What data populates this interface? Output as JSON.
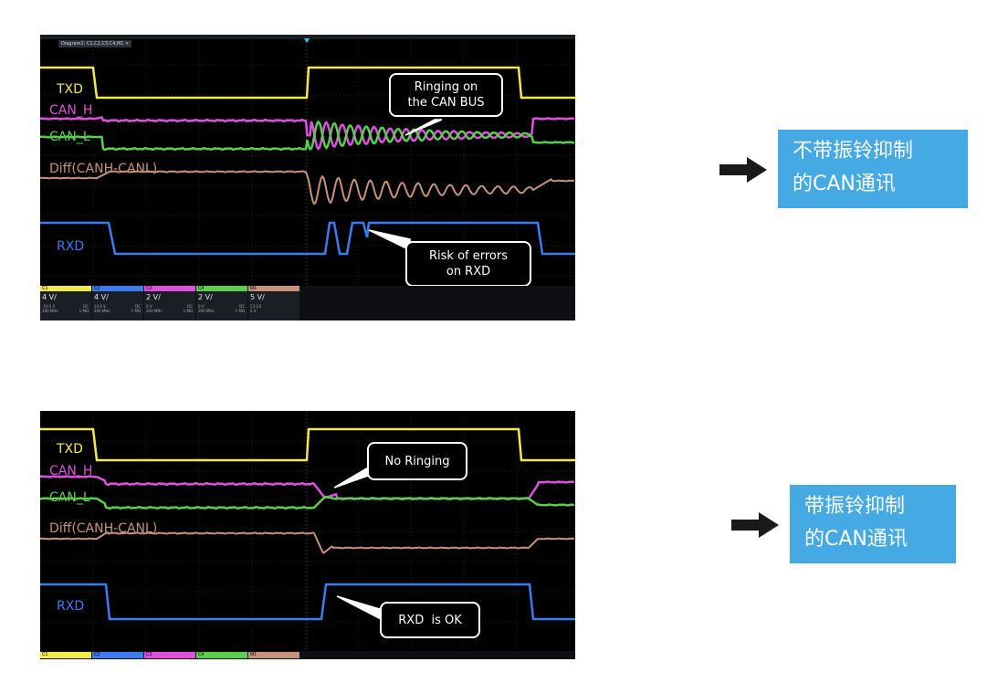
{
  "colors": {
    "txd": "#f2ea4a",
    "can_h": "#e04fe0",
    "can_l": "#58d04a",
    "diff": "#c7927a",
    "rxd": "#3b7df0",
    "note_bg": "#45aae4",
    "scope_bg": "#000000"
  },
  "top_scope": {
    "diagram_tab": "Diagram1: C1,C2,C3,C4,M1 ✕",
    "trace_labels": {
      "txd": "TXD",
      "can_h": "CAN_H",
      "can_l": "CAN_L",
      "diff": "Diff(CANH-CANL)",
      "rxd": "RXD"
    },
    "callouts": {
      "ringing": "Ringing on\nthe CAN BUS",
      "risk": "Risk of errors\non RXD"
    },
    "channels": [
      {
        "tab": "C1",
        "color": "#f2ea4a",
        "scale": "4 V/",
        "detail": "-10.5 V\n200 MHz",
        "coupling": "DC\n1 MΩ"
      },
      {
        "tab": "C2",
        "color": "#3b7df0",
        "scale": "4 V/",
        "detail": "14.0 V\n200 MHz",
        "coupling": "DC\n1 MΩ"
      },
      {
        "tab": "C3",
        "color": "#e04fe0",
        "scale": "2 V/",
        "detail": "0 V\n200 MHz",
        "coupling": "DC\n1 MΩ"
      },
      {
        "tab": "C4",
        "color": "#58d04a",
        "scale": "2 V/",
        "detail": "0 V\n200 MHz",
        "coupling": "DC\n1 MΩ"
      },
      {
        "tab": "M1",
        "color": "#c7927a",
        "scale": "5 V/",
        "detail": "C3-C4\n5 V",
        "coupling": ""
      }
    ]
  },
  "bottom_scope": {
    "trace_labels": {
      "txd": "TXD",
      "can_h": "CAN_H",
      "can_l": "CAN_L",
      "diff": "Diff(CANH-CANL)",
      "rxd": "RXD"
    },
    "callouts": {
      "no_ringing": "No Ringing",
      "rxd_ok": "RXD  is OK"
    },
    "channels": [
      {
        "tab": "C1",
        "color": "#f2ea4a"
      },
      {
        "tab": "C2",
        "color": "#3b7df0"
      },
      {
        "tab": "C3",
        "color": "#e04fe0"
      },
      {
        "tab": "C4",
        "color": "#58d04a"
      },
      {
        "tab": "M1",
        "color": "#c7927a"
      }
    ]
  },
  "notes": {
    "top": "不带振铃抑制\n的CAN通讯",
    "bottom": "带振铃抑制\n的CAN通讯"
  },
  "icons": {
    "arrow": "right-arrow-icon",
    "trigger": "trigger-marker-icon"
  }
}
